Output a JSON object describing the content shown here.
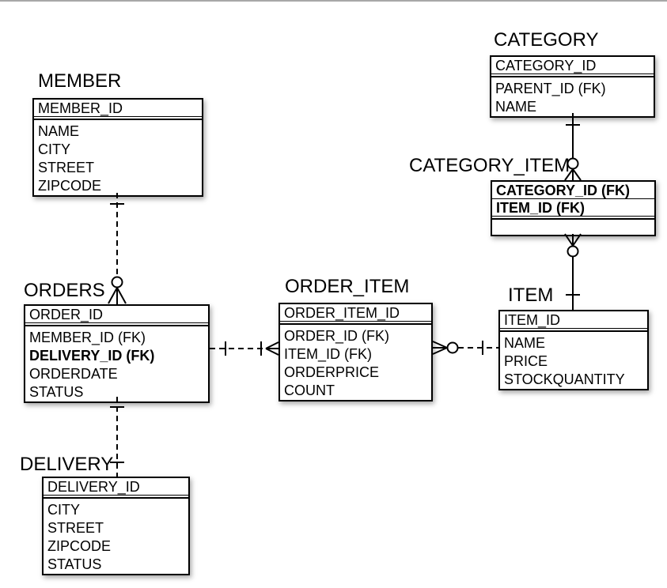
{
  "canvas": {
    "background_color": "#ffffff",
    "line_color": "#000000",
    "top_edge_color": "#a8a8a8"
  },
  "diagram_type": "entity-relationship-diagram",
  "entities": [
    {
      "title": "MEMBER",
      "pk": [
        "MEMBER_ID"
      ],
      "attrs": [
        "NAME",
        "CITY",
        "STREET",
        "ZIPCODE"
      ]
    },
    {
      "title": "ORDERS",
      "pk": [
        "ORDER_ID"
      ],
      "attrs": [
        "MEMBER_ID (FK)",
        "DELIVERY_ID (FK)",
        "ORDERDATE",
        "STATUS"
      ]
    },
    {
      "title": "DELIVERY",
      "pk": [
        "DELIVERY_ID"
      ],
      "attrs": [
        "CITY",
        "STREET",
        "ZIPCODE",
        "STATUS"
      ]
    },
    {
      "title": "ORDER_ITEM",
      "pk": [
        "ORDER_ITEM_ID"
      ],
      "attrs": [
        "ORDER_ID (FK)",
        "ITEM_ID (FK)",
        "ORDERPRICE",
        "COUNT"
      ]
    },
    {
      "title": "CATEGORY",
      "pk": [
        "CATEGORY_ID"
      ],
      "attrs": [
        "PARENT_ID (FK)",
        "NAME"
      ]
    },
    {
      "title": "CATEGORY_ITEM",
      "pk": [
        "CATEGORY_ID (FK)",
        "ITEM_ID (FK)"
      ],
      "attrs": []
    },
    {
      "title": "ITEM",
      "pk": [
        "ITEM_ID"
      ],
      "attrs": [
        "NAME",
        "PRICE",
        "STOCKQUANTITY"
      ]
    }
  ],
  "relationships": [
    {
      "from": "MEMBER",
      "to": "ORDERS",
      "from_end": "one",
      "to_end": "zero-or-many",
      "line": "dashed"
    },
    {
      "from": "ORDERS",
      "to": "DELIVERY",
      "from_end": "one",
      "to_end": "one",
      "line": "dashed"
    },
    {
      "from": "ORDERS",
      "to": "ORDER_ITEM",
      "from_end": "one",
      "to_end": "one-or-many",
      "line": "dashed"
    },
    {
      "from": "ORDER_ITEM",
      "to": "ITEM",
      "from_end": "zero-or-many",
      "to_end": "one",
      "line": "dashed"
    },
    {
      "from": "CATEGORY",
      "to": "CATEGORY_ITEM",
      "from_end": "one",
      "to_end": "zero-or-many",
      "line": "solid"
    },
    {
      "from": "CATEGORY_ITEM",
      "to": "ITEM",
      "from_end": "zero-or-many",
      "to_end": "one",
      "line": "solid"
    }
  ]
}
